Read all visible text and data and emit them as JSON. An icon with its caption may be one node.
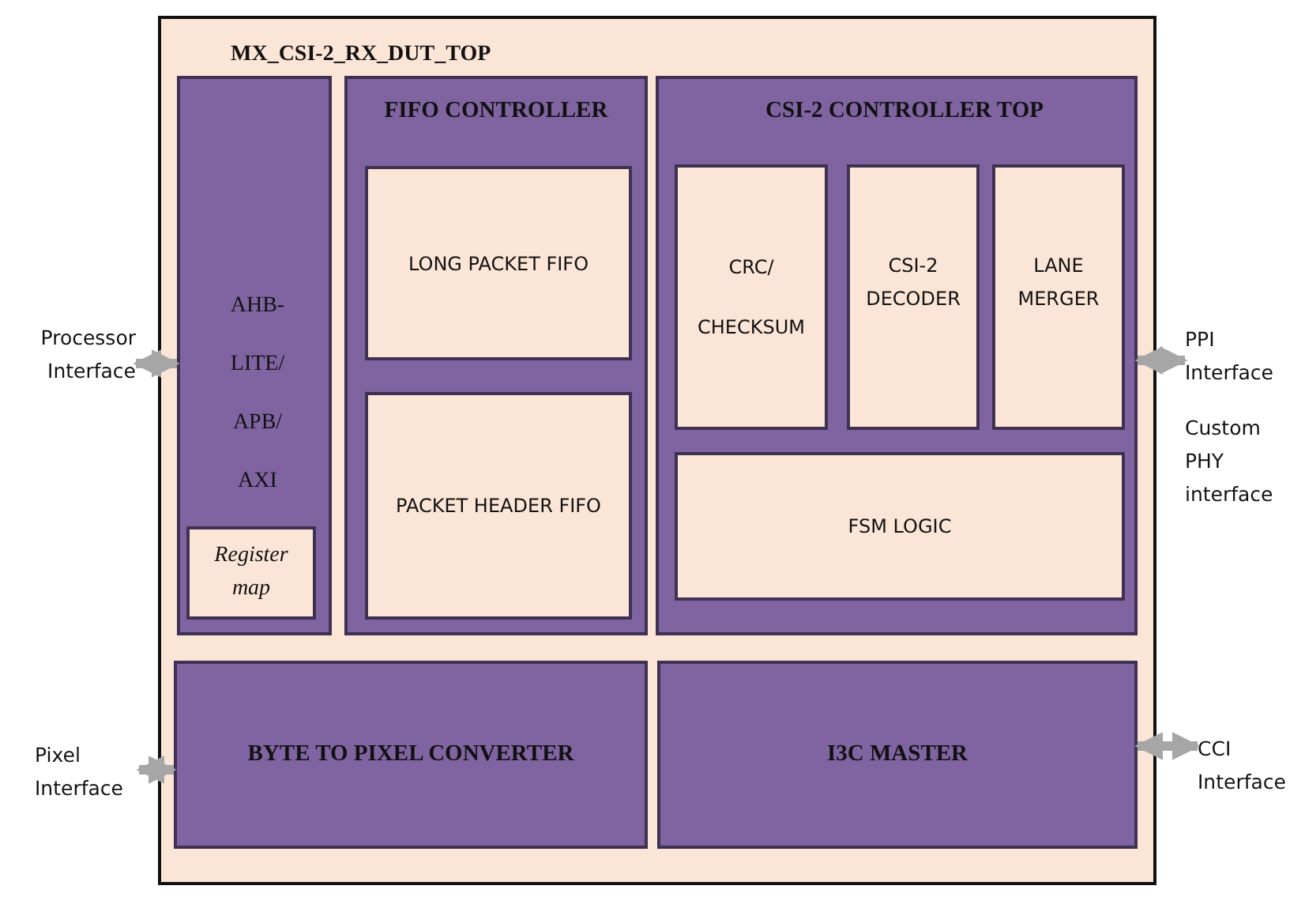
{
  "diagram": {
    "nodes": [
      {
        "text": [
          "MX_CSI-2_RX_DUT_TOP"
        ]
      },
      {
        "text": [
          "AHB-LITE/ APB/ AXI"
        ],
        "in": 0
      },
      {
        "text": [
          "Register map"
        ],
        "in": 1
      },
      {
        "text": [
          "FIFO CONTROLLER"
        ],
        "in": 0
      },
      {
        "text": [
          "LONG PACKET FIFO"
        ],
        "in": 3
      },
      {
        "text": [
          "PACKET HEADER FIFO"
        ],
        "in": 3
      },
      {
        "text": [
          "CSI-2 CONTROLLER TOP"
        ],
        "in": 0
      },
      {
        "text": [
          "CRC/ CHECKSUM"
        ],
        "in": 6
      },
      {
        "text": [
          "CSI-2 DECODER"
        ],
        "in": 6
      },
      {
        "text": [
          "LANE MERGER"
        ],
        "in": 6
      },
      {
        "text": [
          "FSM LOGIC"
        ],
        "in": 6
      },
      {
        "text": [
          "BYTE TO PIXEL CONVERTER"
        ],
        "in": 0
      },
      {
        "text": [
          "I3C MASTER"
        ],
        "in": 0
      },
      {
        "text": [
          "Processor Interface"
        ]
      },
      {
        "text": [
          "PPI Interface",
          "Custom PHY interface"
        ]
      },
      {
        "text": [
          "Pixel Interface"
        ]
      },
      {
        "text": [
          "CCI Interface"
        ]
      }
    ],
    "edges": [
      {
        "from": 13,
        "to": 1,
        "arrow": "both"
      },
      {
        "from": 6,
        "to": 14,
        "arrow": "both"
      },
      {
        "from": 15,
        "to": 11,
        "arrow": "both"
      },
      {
        "from": 12,
        "to": 16,
        "arrow": "both"
      }
    ]
  }
}
